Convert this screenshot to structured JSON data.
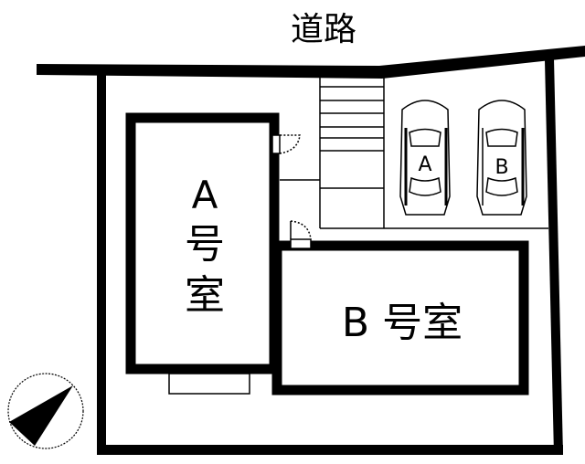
{
  "road_label": "道路",
  "units": [
    {
      "id": "A",
      "chars": [
        "A",
        "号",
        "室"
      ]
    },
    {
      "id": "B",
      "label": "B 号室"
    }
  ],
  "parking": [
    {
      "label": "A"
    },
    {
      "label": "B"
    }
  ],
  "compass": {
    "icon": "north-arrow-icon"
  },
  "colors": {
    "line": "#000000",
    "background": "#ffffff"
  }
}
